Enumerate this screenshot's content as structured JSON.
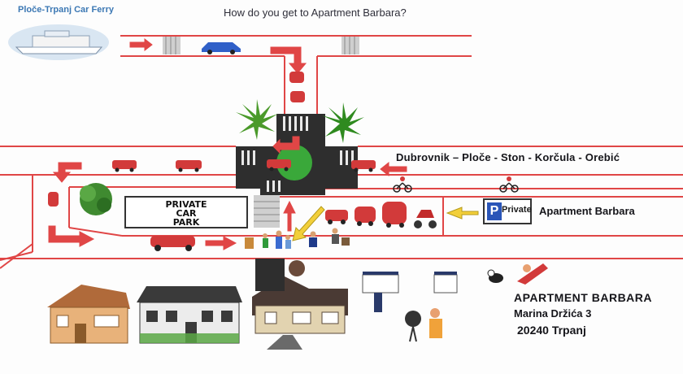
{
  "title": "How do you get to Apartment Barbara?",
  "ferry_label": "Ploče-Trpanj Car Ferry",
  "route_label": "Dubrovnik – Ploče - Ston - Korčula - Orebić",
  "road_label": "Apartment Barbara",
  "parking_sign": {
    "line1": "PRIVATE",
    "line2": "CAR",
    "line3": "PARK"
  },
  "private_sign": {
    "letter": "P",
    "label": "Private"
  },
  "address": {
    "name": "APARTMENT BARBARA",
    "street": "Marina Držića 3",
    "city": "20240 Trpanj"
  },
  "colors": {
    "road": "#e04646",
    "arrow_red": "#e04646",
    "arrow_yellow": "#f2cf3a",
    "asphalt": "#2e2e2e",
    "roundabout": "#3aa83a",
    "parking_blue": "#2a55b8"
  },
  "icons": [
    "ferry-icon",
    "car-icon",
    "motorbike-icon",
    "bicycle-icon",
    "palm-tree-icon",
    "bush-icon",
    "house-icon",
    "luggage-icon",
    "people-icon",
    "dining-table-icon",
    "grill-icon",
    "sunbather-icon",
    "dog-icon"
  ]
}
